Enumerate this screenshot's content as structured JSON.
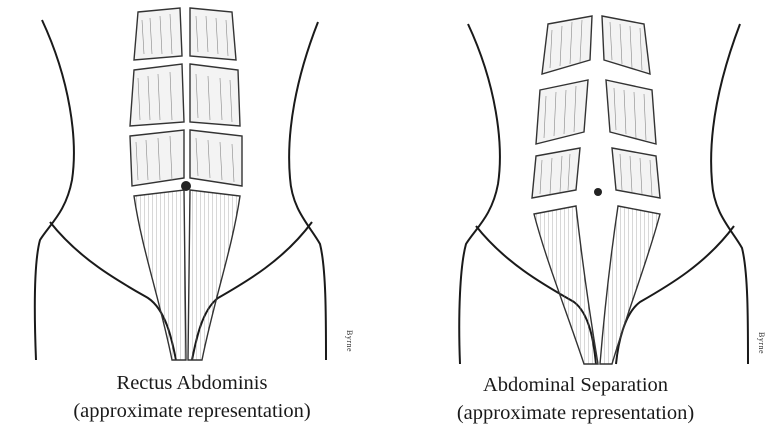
{
  "panels": [
    {
      "id": "rectus-abdominis",
      "caption_line1": "Rectus Abdominis",
      "caption_line2": "(approximate representation)",
      "signature": "Byrne"
    },
    {
      "id": "abdominal-separation",
      "caption_line1": "Abdominal Separation",
      "caption_line2": "(approximate representation)",
      "signature": "Byrne"
    }
  ],
  "colors": {
    "ink": "#1a1a1a",
    "muscle_fill": "#f2f2f2",
    "background": "#ffffff"
  }
}
